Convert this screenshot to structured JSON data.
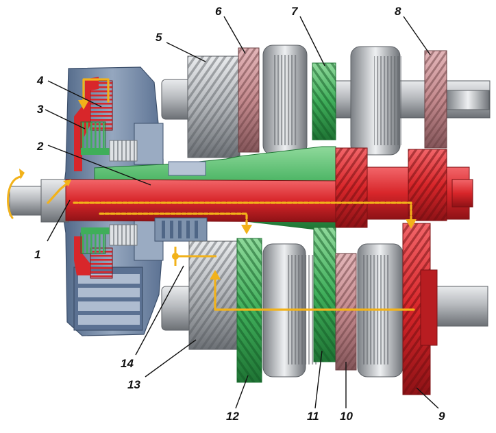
{
  "labels": [
    {
      "id": "1",
      "text": "1"
    },
    {
      "id": "2",
      "text": "2"
    },
    {
      "id": "3",
      "text": "3"
    },
    {
      "id": "4",
      "text": "4"
    },
    {
      "id": "5",
      "text": "5"
    },
    {
      "id": "6",
      "text": "6"
    },
    {
      "id": "7",
      "text": "7"
    },
    {
      "id": "8",
      "text": "8"
    },
    {
      "id": "9",
      "text": "9"
    },
    {
      "id": "10",
      "text": "10"
    },
    {
      "id": "11",
      "text": "11"
    },
    {
      "id": "12",
      "text": "12"
    },
    {
      "id": "13",
      "text": "13"
    },
    {
      "id": "14",
      "text": "14"
    }
  ],
  "colors": {
    "housing": "#7f93ad",
    "housing_dark": "#4f6686",
    "steel": "#b9bcc0",
    "steel_dark": "#6d7176",
    "red_path": "#d8262a",
    "green_path": "#3fae5a",
    "pink_gear": "#c48a8e",
    "flow_arrow": "#f2b21a"
  }
}
